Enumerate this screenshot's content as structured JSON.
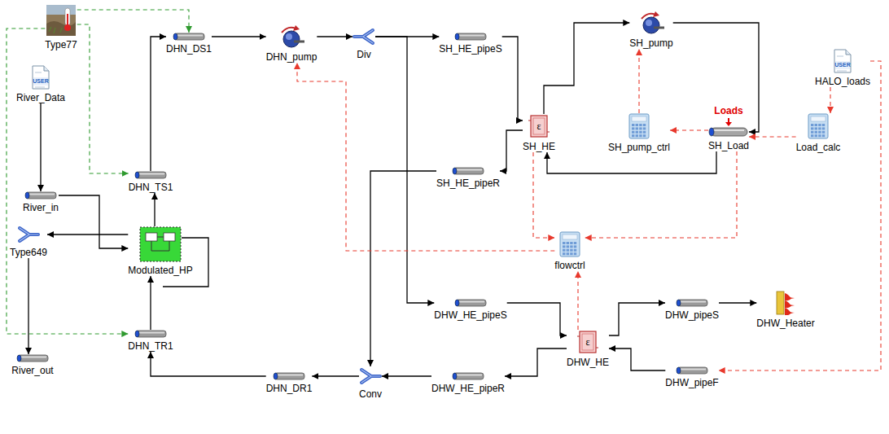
{
  "diagram": {
    "nodes": [
      {
        "text": [
          "Type77"
        ]
      },
      {
        "text": [
          "River_Data"
        ]
      },
      {
        "text": [
          "River_in"
        ]
      },
      {
        "text": [
          "DHN_TS1"
        ]
      },
      {
        "text": [
          "Modulated_HP"
        ]
      },
      {
        "text": [
          "Type649"
        ]
      },
      {
        "text": [
          "River_out"
        ]
      },
      {
        "text": [
          "DHN_DS1"
        ]
      },
      {
        "text": [
          "DHN_TR1"
        ]
      },
      {
        "text": [
          "DHN_DR1"
        ]
      },
      {
        "text": [
          "DHN_pump"
        ]
      },
      {
        "text": [
          "Div"
        ]
      },
      {
        "text": [
          "SH_HE_pipeS"
        ]
      },
      {
        "text": [
          "SH_HE"
        ]
      },
      {
        "text": [
          "SH_pump"
        ]
      },
      {
        "text": [
          "SH_pump_ctrl"
        ]
      },
      {
        "text": [
          "SH_Load"
        ]
      },
      {
        "text": [
          "HALO_loads"
        ]
      },
      {
        "text": [
          "Load_calc"
        ]
      },
      {
        "text": [
          "SH_HE_pipeR"
        ]
      },
      {
        "text": [
          "flowctrl"
        ]
      },
      {
        "text": [
          "DHW_HE_pipeS"
        ]
      },
      {
        "text": [
          "DHW_HE"
        ]
      },
      {
        "text": [
          "DHW_pipeS"
        ]
      },
      {
        "text": [
          "DHW_Heater"
        ]
      },
      {
        "text": [
          "DHW_pipeF"
        ]
      },
      {
        "text": [
          "Conv"
        ]
      },
      {
        "text": [
          "DHW_HE_pipeR"
        ]
      }
    ],
    "edges": [
      {
        "from": 1,
        "to": 2,
        "arrow": "to"
      },
      {
        "from": 2,
        "to": 4,
        "arrow": "to"
      },
      {
        "from": 4,
        "to": 5,
        "arrow": "to"
      },
      {
        "from": 5,
        "to": 6,
        "arrow": "to"
      },
      {
        "from": 4,
        "to": 3,
        "arrow": "to"
      },
      {
        "from": 3,
        "to": 7,
        "arrow": "to"
      },
      {
        "from": 7,
        "to": 10,
        "arrow": "to"
      },
      {
        "from": 10,
        "to": 11,
        "arrow": "to"
      },
      {
        "from": 11,
        "to": 12,
        "arrow": "to"
      },
      {
        "from": 12,
        "to": 13,
        "arrow": "to"
      },
      {
        "from": 13,
        "to": 14,
        "arrow": "to"
      },
      {
        "from": 14,
        "to": 16,
        "arrow": "to"
      },
      {
        "from": 16,
        "to": 13,
        "arrow": "to"
      },
      {
        "from": 13,
        "to": 19,
        "arrow": "to"
      },
      {
        "from": 19,
        "to": 26,
        "arrow": "to"
      },
      {
        "from": 11,
        "to": 21,
        "arrow": "to"
      },
      {
        "from": 21,
        "to": 22,
        "arrow": "to"
      },
      {
        "from": 22,
        "to": 23,
        "arrow": "to"
      },
      {
        "from": 23,
        "to": 24,
        "arrow": "to"
      },
      {
        "from": 25,
        "to": 22,
        "arrow": "to"
      },
      {
        "from": 22,
        "to": 27,
        "arrow": "to"
      },
      {
        "from": 27,
        "to": 26,
        "arrow": "to"
      },
      {
        "from": 26,
        "to": 9,
        "arrow": "to"
      },
      {
        "from": 9,
        "to": 8,
        "arrow": "to"
      },
      {
        "from": 8,
        "to": 4,
        "arrow": "to"
      },
      {
        "from": 0,
        "to": 7,
        "arrow": "to"
      },
      {
        "from": 0,
        "to": 3,
        "arrow": "to"
      },
      {
        "from": 0,
        "to": 8,
        "arrow": "to"
      },
      {
        "from": 17,
        "to": 18,
        "arrow": "to"
      },
      {
        "from": 17,
        "to": 25,
        "arrow": "to"
      },
      {
        "from": 18,
        "to": 16,
        "arrow": "to"
      },
      {
        "from": 16,
        "to": 15,
        "arrow": "to"
      },
      {
        "from": 15,
        "to": 14,
        "arrow": "to"
      },
      {
        "from": 13,
        "to": 20,
        "arrow": "to"
      },
      {
        "from": 16,
        "to": 20,
        "arrow": "to"
      },
      {
        "from": 22,
        "to": 20,
        "arrow": "to"
      },
      {
        "from": 20,
        "to": 10,
        "arrow": "to"
      }
    ],
    "labels": [
      "Loads",
      "USER",
      "USER",
      "ε",
      "ε"
    ]
  }
}
